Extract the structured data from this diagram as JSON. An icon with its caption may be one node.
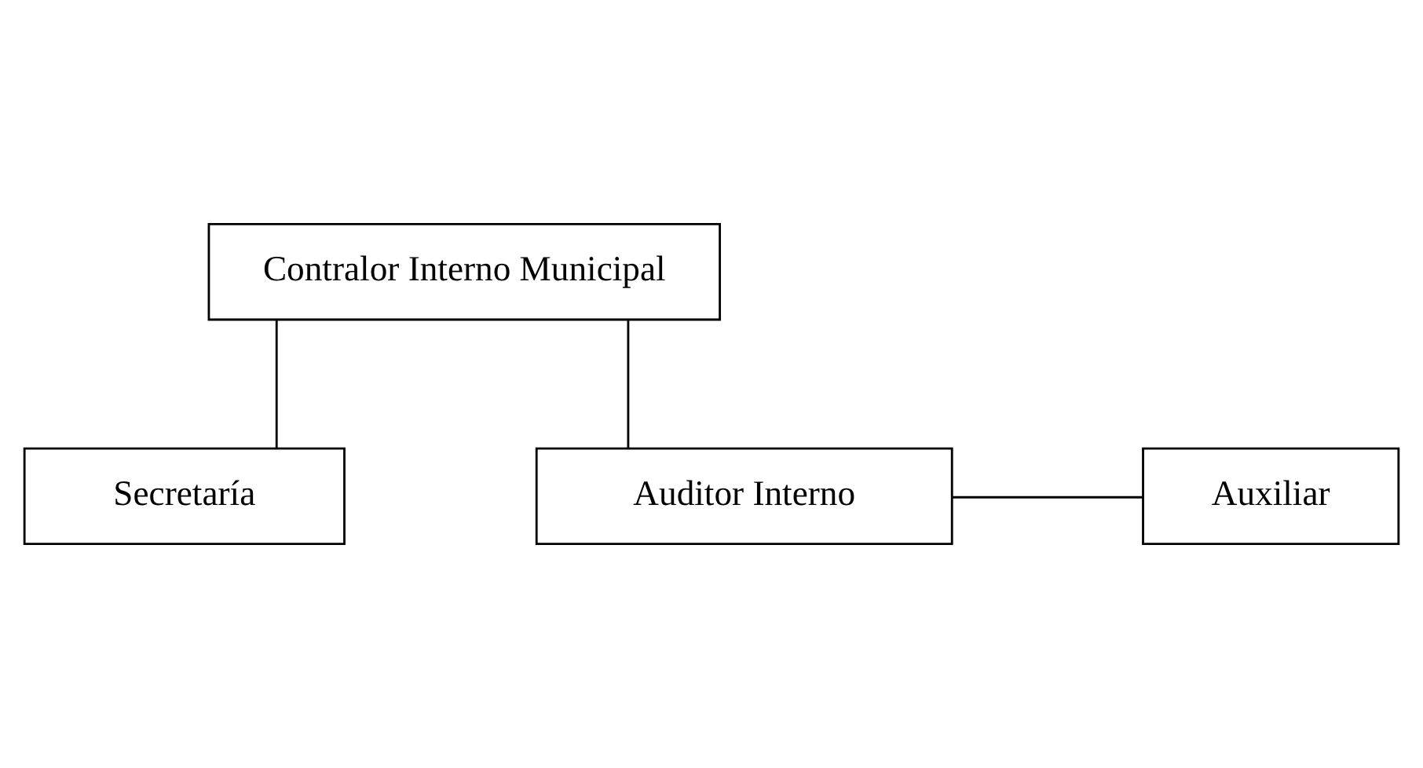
{
  "diagram": {
    "nodes": [
      {
        "text": [
          "Contralor Interno Municipal"
        ]
      },
      {
        "text": [
          "Secretaría"
        ]
      },
      {
        "text": [
          "Auditor Interno"
        ]
      },
      {
        "text": [
          "Auxiliar"
        ]
      }
    ],
    "edges": [
      {
        "from": 0,
        "to": 1,
        "arrow": "none"
      },
      {
        "from": 0,
        "to": 2,
        "arrow": "none"
      },
      {
        "from": 2,
        "to": 3,
        "arrow": "none"
      }
    ]
  }
}
